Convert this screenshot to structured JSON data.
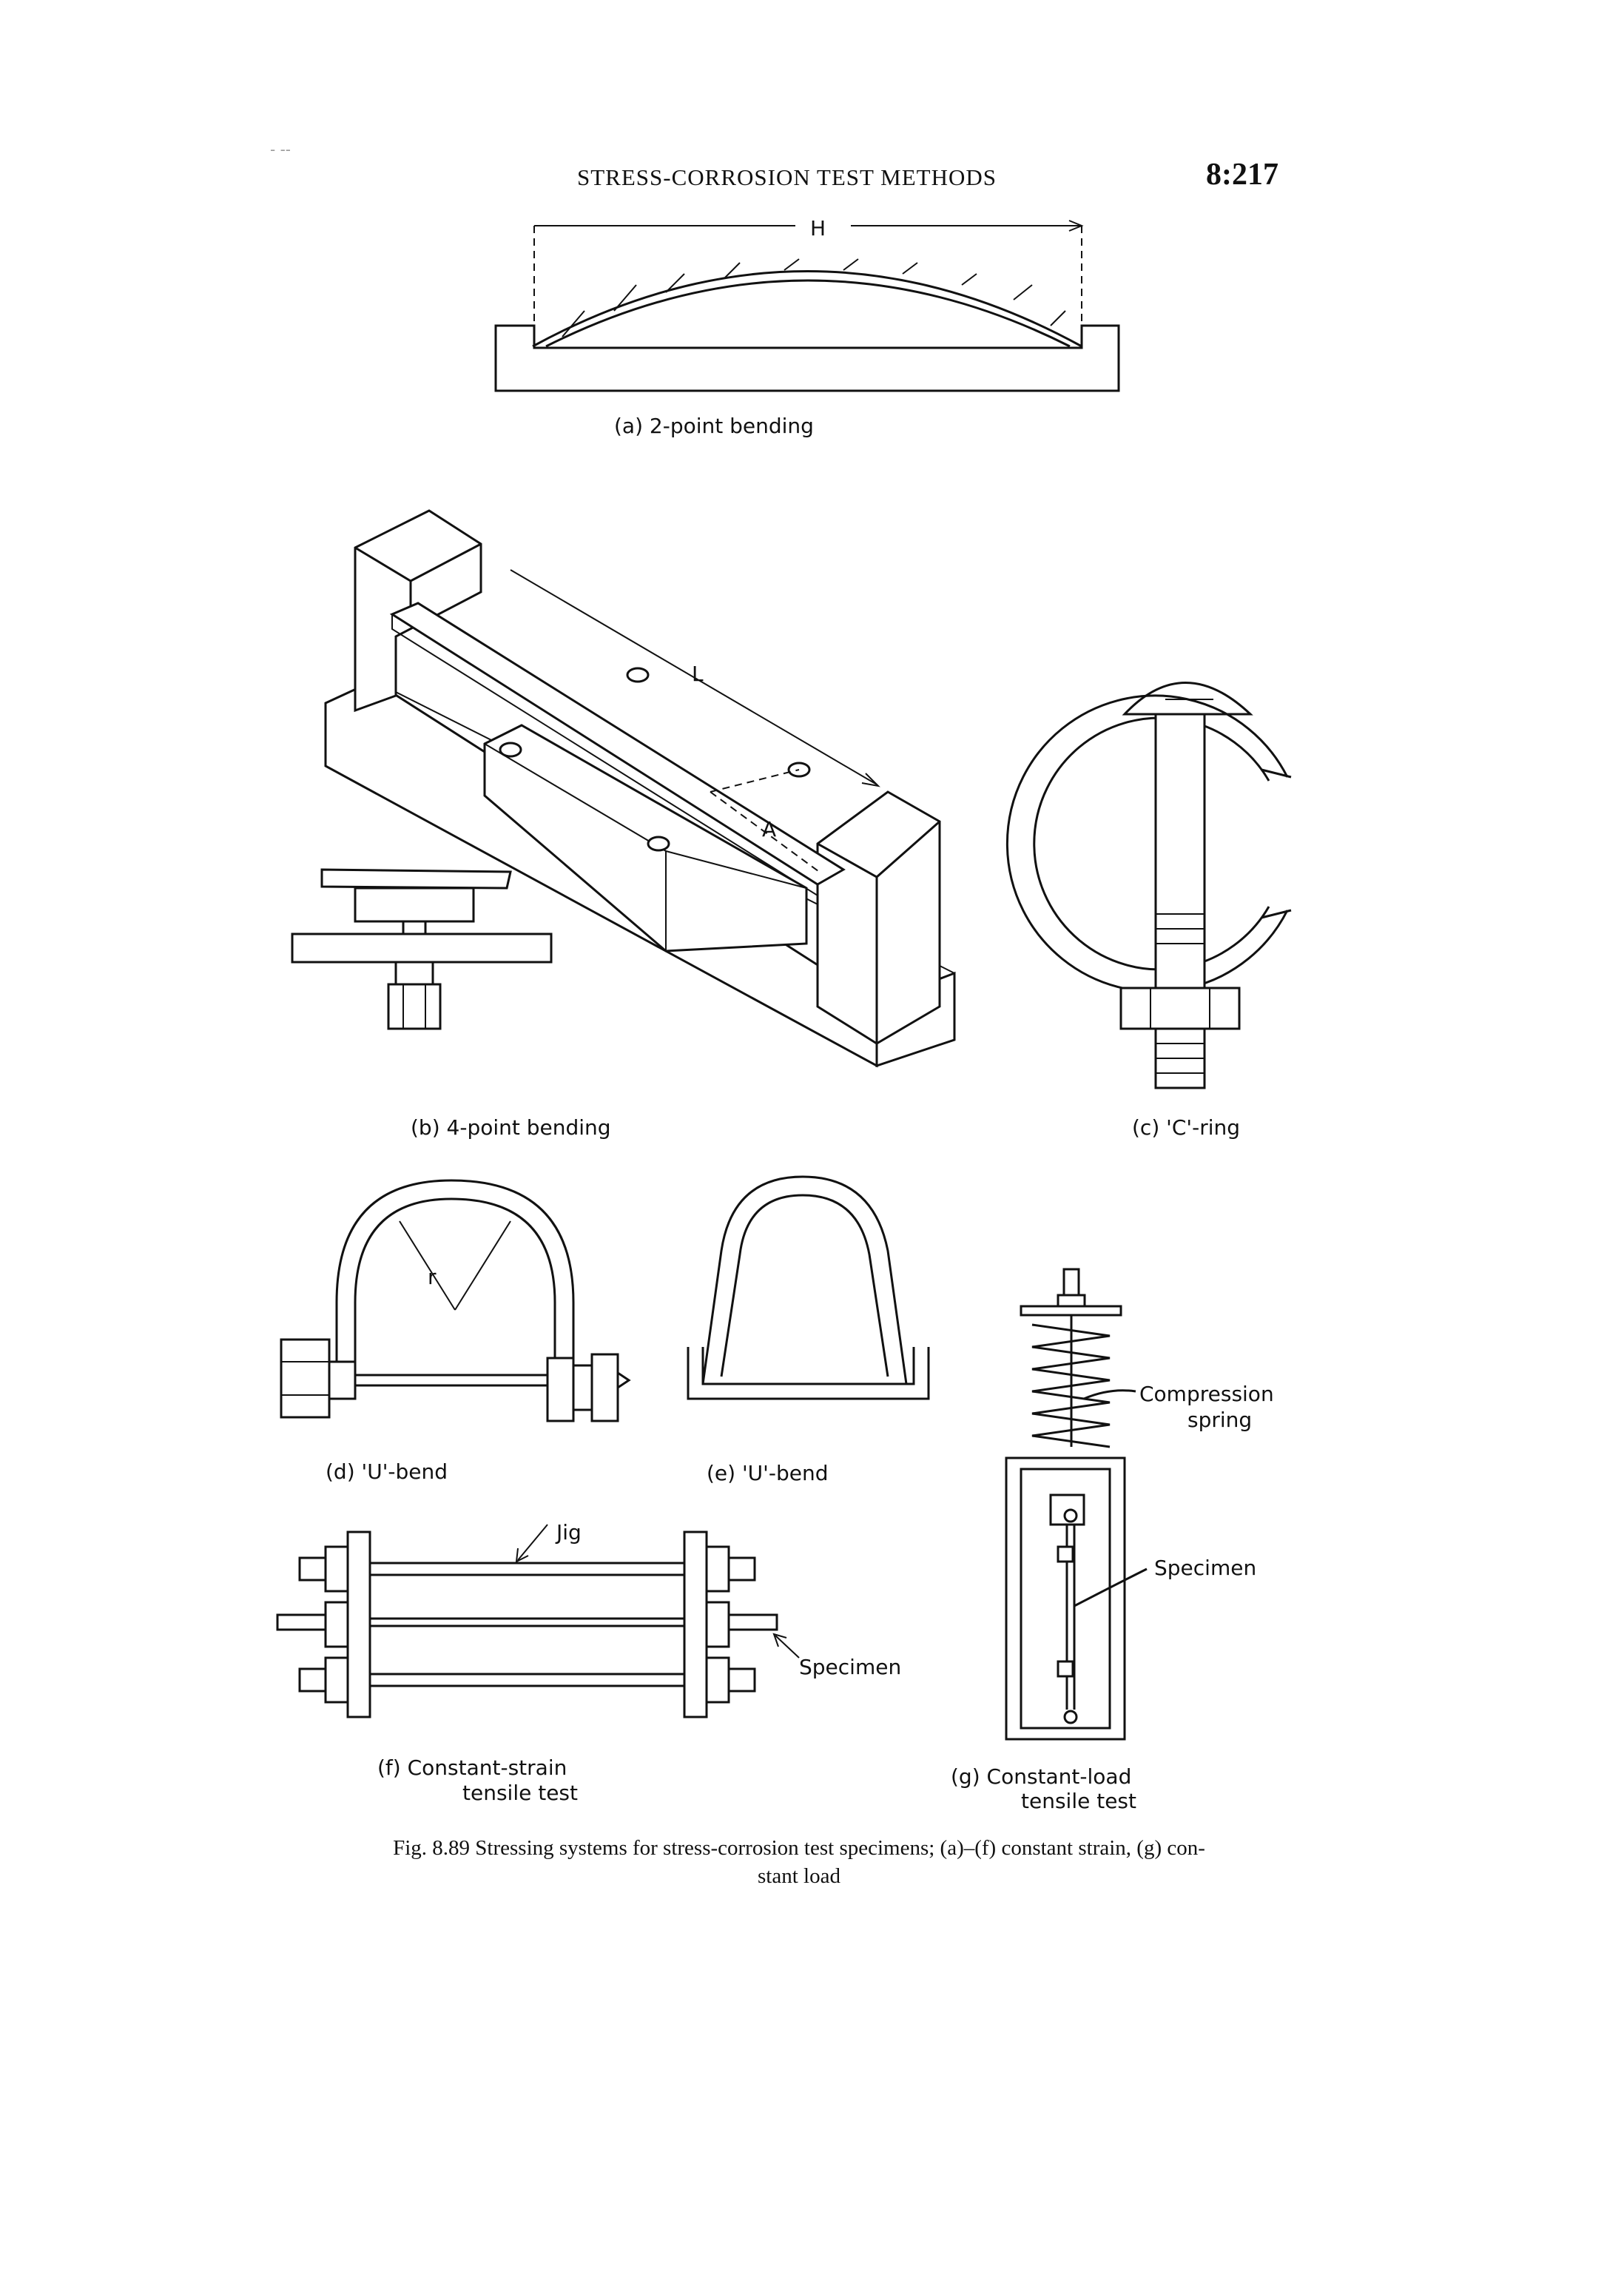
{
  "header": {
    "title": "STRESS-CORROSION TEST METHODS",
    "page_number": "8:217",
    "corner_marks": "- --"
  },
  "figures": {
    "a": {
      "label": "(a) 2-point bending",
      "dimension": "H"
    },
    "b": {
      "label": "(b) 4-point bending",
      "dimension_l": "L",
      "dimension_a": "A"
    },
    "c": {
      "label": "(c) 'C'-ring"
    },
    "d": {
      "label": "(d) 'U'-bend",
      "dimension": "r"
    },
    "e": {
      "label": "(e) 'U'-bend"
    },
    "f": {
      "label_line1": "(f) Constant-strain",
      "label_line2": "tensile test",
      "callout_jig": "Jig",
      "callout_specimen": "Specimen"
    },
    "g": {
      "label_line1": "(g) Constant-load",
      "label_line2": "tensile test",
      "callout_spring_line1": "Compression",
      "callout_spring_line2": "spring",
      "callout_specimen": "Specimen"
    }
  },
  "caption": {
    "line1": "Fig. 8.89   Stressing systems for stress-corrosion test specimens; (a)–(f) constant strain, (g) con-",
    "line2": "stant load"
  }
}
